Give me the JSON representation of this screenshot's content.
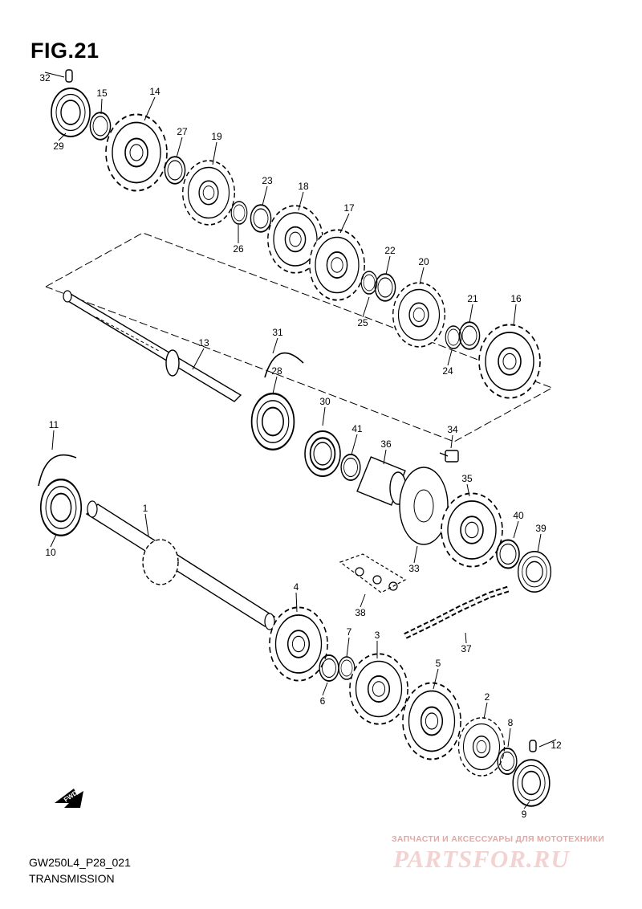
{
  "figure": {
    "title": "FIG.21",
    "code": "GW250L4_P28_021",
    "name": "TRANSMISSION"
  },
  "callouts": [
    {
      "num": "32"
    },
    {
      "num": "15"
    },
    {
      "num": "14"
    },
    {
      "num": "29"
    },
    {
      "num": "27"
    },
    {
      "num": "19"
    },
    {
      "num": "23"
    },
    {
      "num": "18"
    },
    {
      "num": "26"
    },
    {
      "num": "17"
    },
    {
      "num": "22"
    },
    {
      "num": "20"
    },
    {
      "num": "25"
    },
    {
      "num": "21"
    },
    {
      "num": "16"
    },
    {
      "num": "24"
    },
    {
      "num": "13"
    },
    {
      "num": "31"
    },
    {
      "num": "28"
    },
    {
      "num": "30"
    },
    {
      "num": "41"
    },
    {
      "num": "36"
    },
    {
      "num": "34"
    },
    {
      "num": "35"
    },
    {
      "num": "11"
    },
    {
      "num": "1"
    },
    {
      "num": "10"
    },
    {
      "num": "33"
    },
    {
      "num": "40"
    },
    {
      "num": "39"
    },
    {
      "num": "4"
    },
    {
      "num": "38"
    },
    {
      "num": "7"
    },
    {
      "num": "3"
    },
    {
      "num": "37"
    },
    {
      "num": "6"
    },
    {
      "num": "5"
    },
    {
      "num": "2"
    },
    {
      "num": "8"
    },
    {
      "num": "12"
    },
    {
      "num": "9"
    }
  ],
  "fwd_label": "FWD",
  "watermark": {
    "tagline": "ЗАПЧАСТИ И АКСЕССУАРЫ ДЛЯ МОТОТЕХНИКИ",
    "logo": "PARTSFOR.RU"
  },
  "colors": {
    "ink": "#000000",
    "watermark": "#e2a7a7",
    "background": "#ffffff"
  }
}
